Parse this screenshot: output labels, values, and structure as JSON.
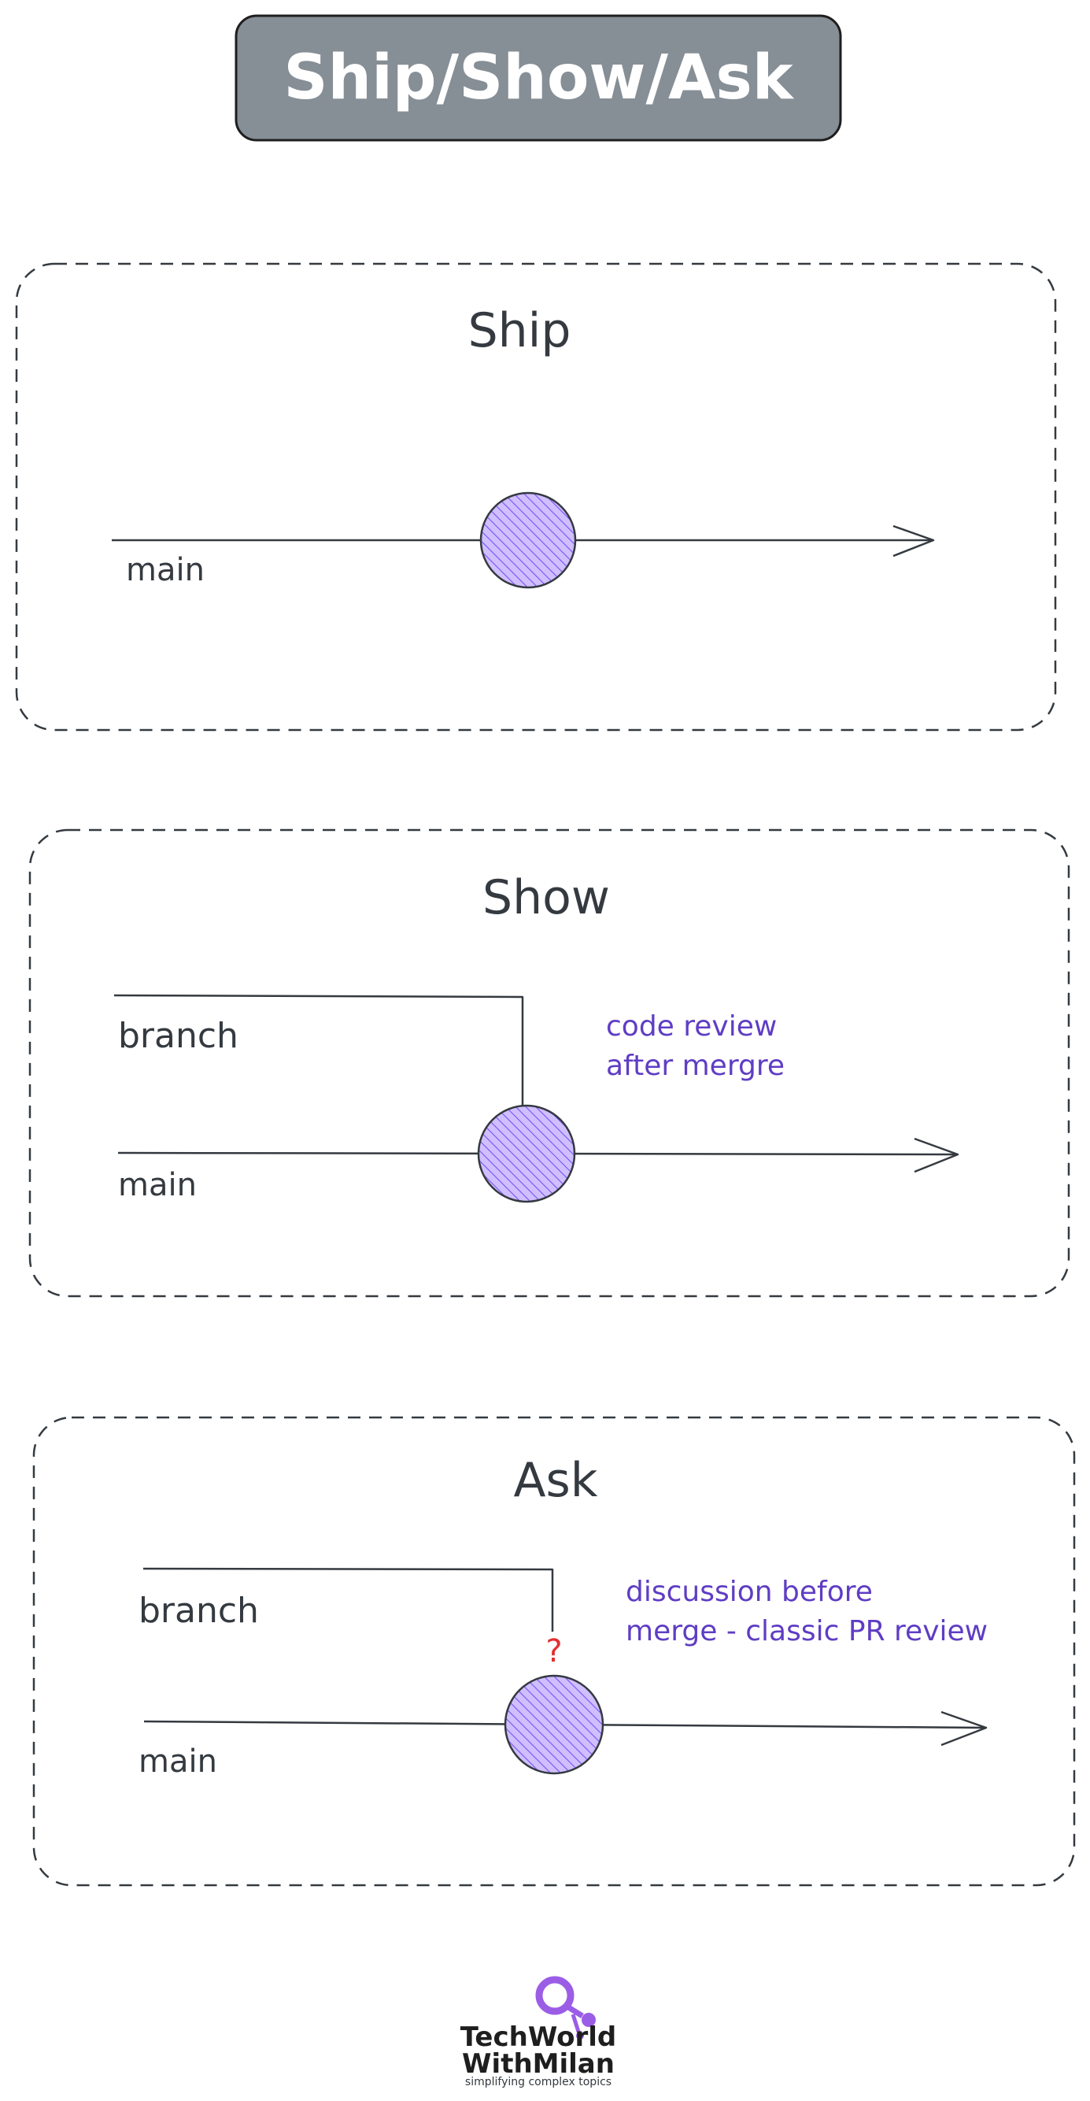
{
  "title": "Ship/Show/Ask",
  "panels": {
    "ship": {
      "heading": "Ship",
      "main_label": "main"
    },
    "show": {
      "heading": "Show",
      "branch_label": "branch",
      "main_label": "main",
      "note_line1": "code review",
      "note_line2": "after mergre"
    },
    "ask": {
      "heading": "Ask",
      "branch_label": "branch",
      "main_label": "main",
      "question_mark": "?",
      "note_line1": "discussion before",
      "note_line2": "merge - classic PR review"
    }
  },
  "logo": {
    "line1": "TechWorld",
    "line2": "WithMilan",
    "tagline": "simplifying complex topics"
  },
  "colors": {
    "title_bg": "#868e96",
    "stroke": "#343a40",
    "commit_fill": "#b197fc",
    "note_text": "#5f3dc4",
    "question_mark": "#e03131",
    "logo_purple": "#9b5de5"
  }
}
